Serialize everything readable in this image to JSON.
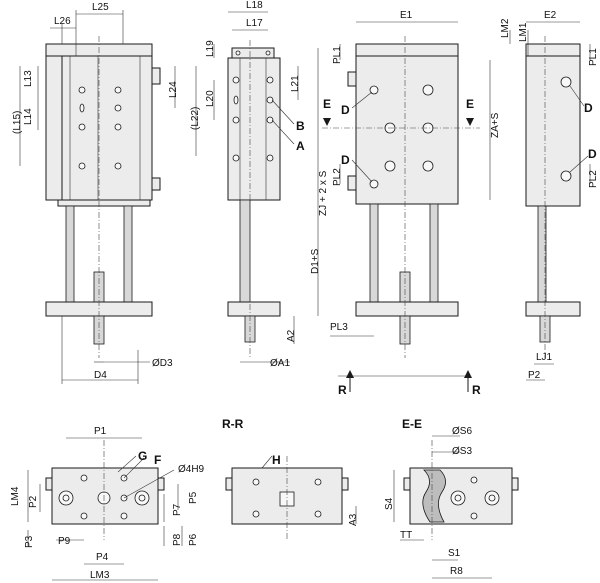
{
  "dims": {
    "L26": "L26",
    "L25": "L25",
    "L13": "L13",
    "L14": "L14",
    "L15": "(L15)",
    "L24": "L24",
    "D4": "D4",
    "D3": "ØD3",
    "L18": "L18",
    "L17": "L17",
    "L19": "L19",
    "L20": "L20",
    "L22": "(L22)",
    "L21": "L21",
    "ZJ": "ZJ + 2 x S",
    "D1S": "D1+S",
    "A2": "A2",
    "A1": "ØA1",
    "E1": "E1",
    "PL1": "PL1",
    "PL2": "PL2",
    "PL3": "PL3",
    "LM2": "LM2",
    "LM1": "LM1",
    "E2": "E2",
    "ZAS": "ZA+S",
    "LJ1": "LJ1",
    "P2b": "P2",
    "P1": "P1",
    "H9": "Ø4H9",
    "LM4": "LM4",
    "P2": "P2",
    "P3": "P3",
    "P9": "P9",
    "P4": "P4",
    "LM3": "LM3",
    "P5": "P5",
    "P7": "P7",
    "P8": "P8",
    "P6": "P6",
    "A3": "A3",
    "S6": "ØS6",
    "S3": "ØS3",
    "S4": "S4",
    "TT": "TT",
    "S1": "S1",
    "R8": "R8"
  },
  "callouts": {
    "A": "A",
    "B": "B",
    "D": "D",
    "E": "E",
    "F": "F",
    "G": "G",
    "H": "H",
    "R": "R"
  },
  "sections": {
    "rr": "R-R",
    "ee": "E-E"
  }
}
